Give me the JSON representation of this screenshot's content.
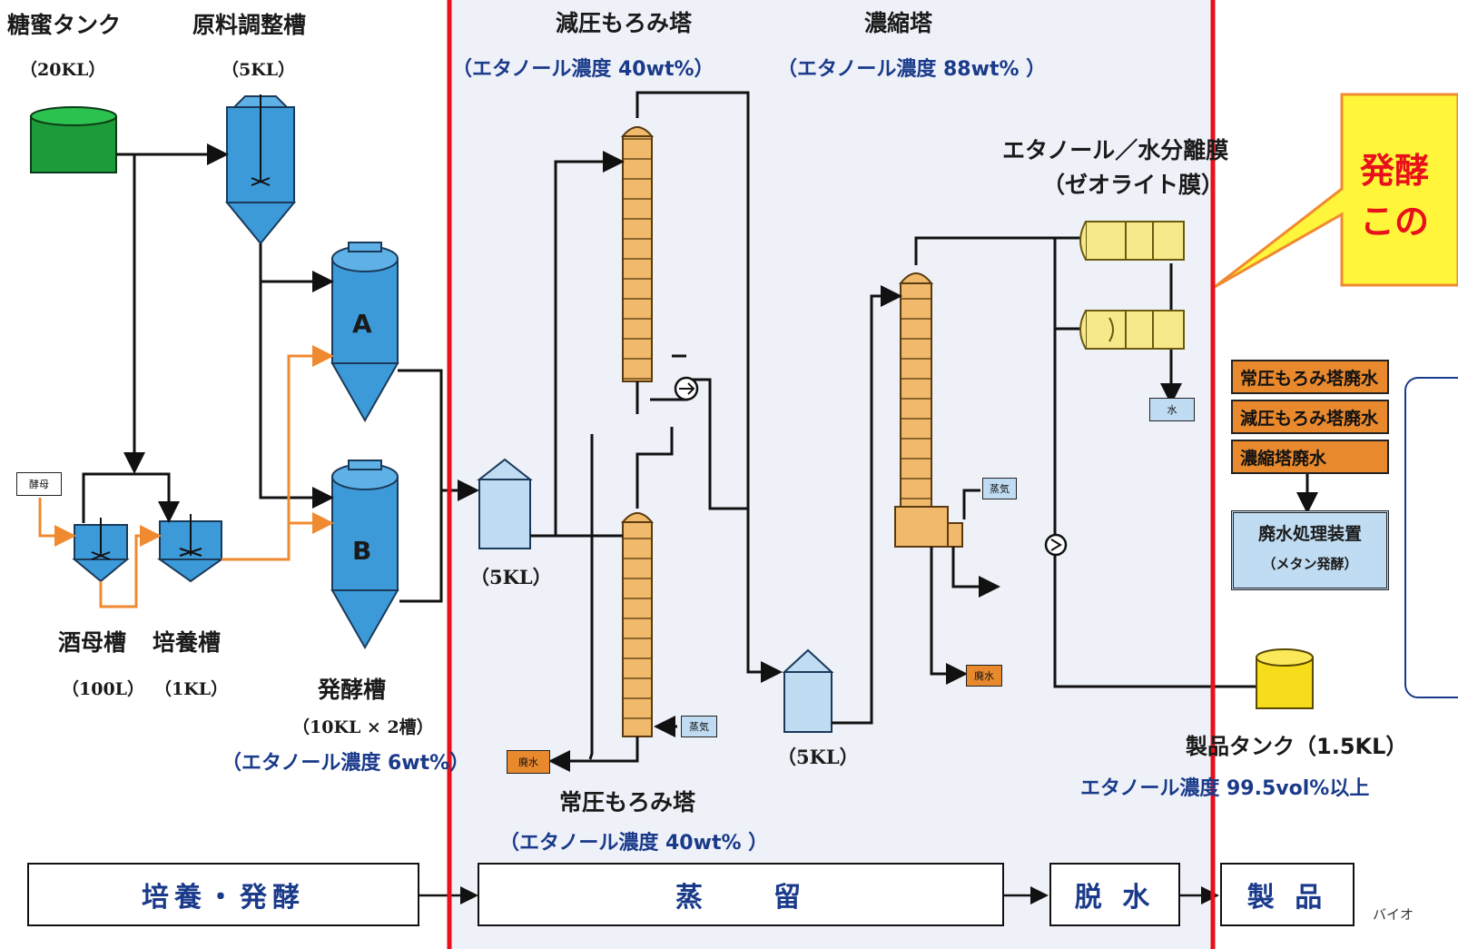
{
  "labels": {
    "molasses_tank": "糖蜜タンク",
    "molasses_cap": "（20KL）",
    "prep_tank": "原料調整槽",
    "prep_cap": "（5KL）",
    "vac_column": "減圧もろみ塔",
    "vac_conc": "（エタノール濃度 40wt%）",
    "concentrator": "濃縮塔",
    "concentrator_conc": "（エタノール濃度 88wt% ）",
    "membrane": "エタノール／水分離膜",
    "membrane_sub": "（ゼオライト膜）",
    "callout": "発酵\nこの",
    "yeast": "酵母",
    "tank_a": "A",
    "tank_b": "B",
    "starter_tank": "酒母槽",
    "culture_tank": "培養槽",
    "starter_cap": "（100L）",
    "culture_cap": "（1KL）",
    "ferment_tank": "発酵槽",
    "ferment_cap": "（10KL × 2槽）",
    "ferment_conc": "（エタノール濃度 6wt%）",
    "buffer_cap_1": "（5KL）",
    "buffer_cap_2": "（5KL）",
    "steam_1": "蒸気",
    "steam_2": "蒸気",
    "waste_1": "廃水",
    "waste_2": "廃水",
    "water": "水",
    "atm_column": "常圧もろみ塔",
    "atm_conc": "（エタノール濃度 40wt% ）",
    "waste_list": [
      "常圧もろみ塔廃水",
      "減圧もろみ塔廃水",
      "濃縮塔廃水"
    ],
    "treatment_title": "廃水処理装置",
    "treatment_sub": "（メタン発酵）",
    "product_tank": "製品タンク（1.5KL）",
    "product_conc": "エタノール濃度 99.5vol%以上",
    "footer_note": "バイオ"
  },
  "stages": [
    "培養・発酵",
    "蒸　　留",
    "脱 水",
    "製 品"
  ],
  "colors": {
    "highlight_red": "#e8101a",
    "tank_blue": "#3d9ad9",
    "column_orange": "#f0b96b",
    "membrane_yellow": "#f5e98a",
    "molasses_green": "#1d9a3a",
    "product_yellow": "#f6dc1a",
    "callout_yellow": "#fff53a",
    "waste_orange": "#e8892e",
    "flow_orange": "#f08a30"
  }
}
